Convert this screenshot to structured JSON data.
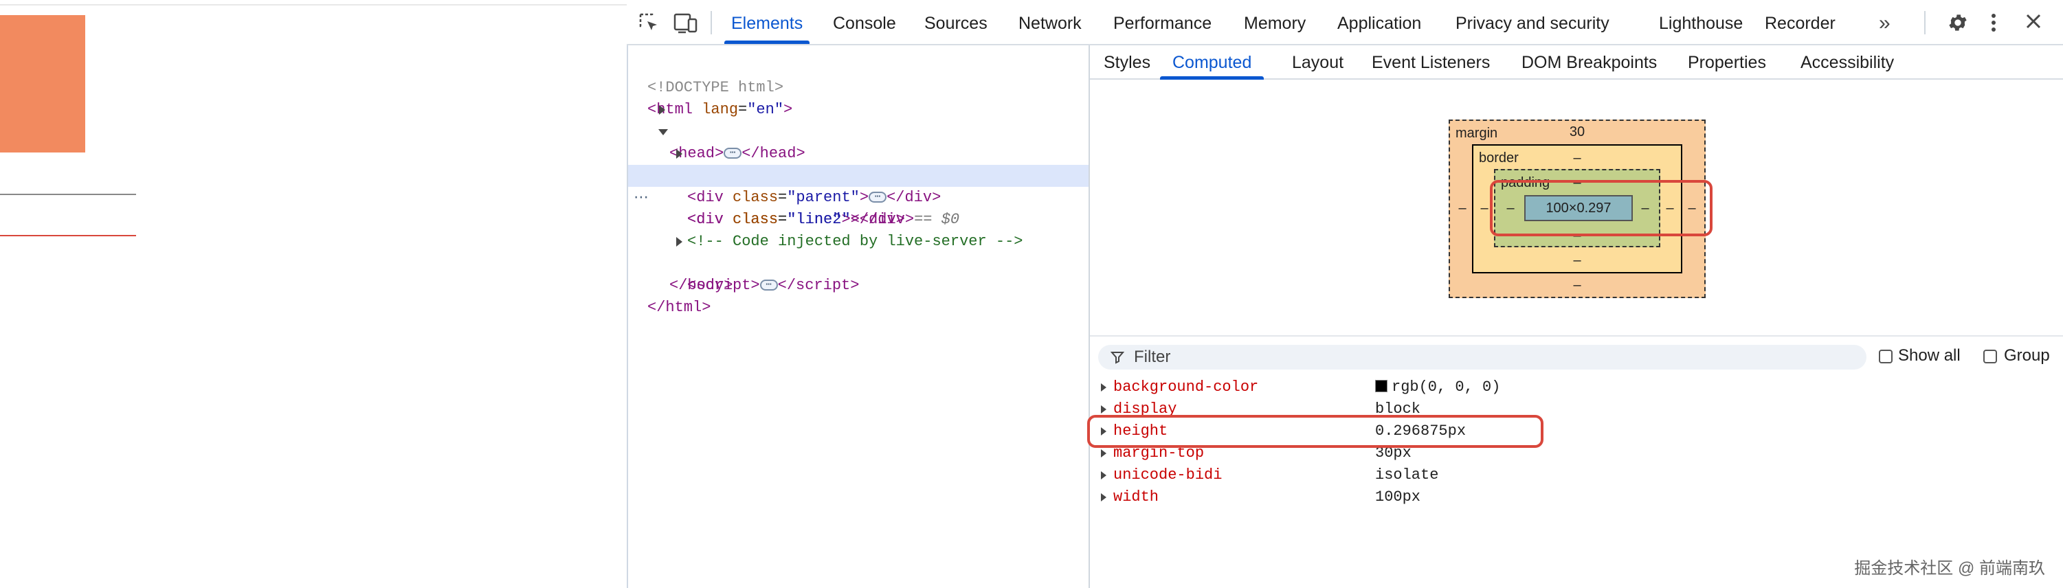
{
  "toolbar": {
    "tabs": [
      "Elements",
      "Console",
      "Sources",
      "Network",
      "Performance",
      "Memory",
      "Application",
      "Privacy and security",
      "Lighthouse",
      "Recorder"
    ],
    "active_tab": "Elements",
    "overflow": "»",
    "icons": [
      "inspect-icon",
      "device-toggle-icon",
      "gear-icon",
      "kebab-menu-icon",
      "close-icon"
    ]
  },
  "dom": {
    "doctype": "<!DOCTYPE html>",
    "html_tag": "html",
    "lang_attr": "lang",
    "lang_val": "\"en\"",
    "head_tag": "head",
    "body_tag": "body",
    "div_tag": "div",
    "class_attr": "class",
    "parent_val": "\"parent\"",
    "line_val": "\"line\"",
    "line2_val": "\"line2\"",
    "comment": "<!-- Code injected by live-server -->",
    "script_tag": "script",
    "selected_marker": "== $0",
    "gutter_dots": "⋯",
    "ellipsis": "⋯"
  },
  "sidebar": {
    "tabs": [
      "Styles",
      "Computed",
      "Layout",
      "Event Listeners",
      "DOM Breakpoints",
      "Properties",
      "Accessibility"
    ],
    "active_tab": "Computed"
  },
  "box_model": {
    "margin_label": "margin",
    "margin_top": "30",
    "margin_bottom": "–",
    "margin_left": "–",
    "margin_right": "–",
    "border_label": "border",
    "border_top": "–",
    "border_bottom": "–",
    "border_left": "–",
    "border_right": "–",
    "padding_label": "padding",
    "padding_top": "–",
    "padding_bottom": "–",
    "padding_left": "–",
    "padding_right": "–",
    "content": "100×0.297"
  },
  "filter": {
    "placeholder": "Filter",
    "show_all": "Show all",
    "group": "Group"
  },
  "computed": [
    {
      "name": "background-color",
      "value": "rgb(0, 0, 0)"
    },
    {
      "name": "display",
      "value": "block"
    },
    {
      "name": "height",
      "value": "0.296875px"
    },
    {
      "name": "margin-top",
      "value": "30px"
    },
    {
      "name": "unicode-bidi",
      "value": "isolate"
    },
    {
      "name": "width",
      "value": "100px"
    }
  ],
  "watermark": "掘金技术社区 @ 前端南玖",
  "colors": {
    "preview_square": "#f28a5f",
    "preview_line_gray": "#888888",
    "preview_line_red": "#d9473c",
    "highlight_red": "#d9473c",
    "accent_blue": "#0b57d0"
  }
}
